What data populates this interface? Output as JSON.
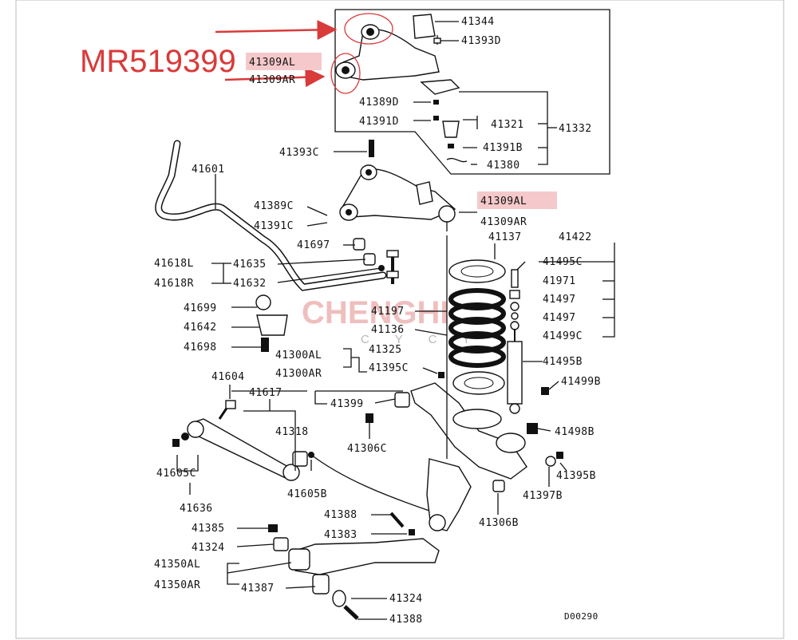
{
  "highlight_code": "MR519399",
  "highlight_color": "#d93a3a",
  "watermark": {
    "main": "CHENGHI",
    "sub": "C Y C Y"
  },
  "diagram_code": "D00290",
  "labels": {
    "l41344": "41344",
    "l41393D": "41393D",
    "l41309AL_top": "41309AL",
    "l41309AR_top": "41309AR",
    "l41389D": "41389D",
    "l41391D": "41391D",
    "l41321": "41321",
    "l41332": "41332",
    "l41391B": "41391B",
    "l41380": "41380",
    "l41393C": "41393C",
    "l41601": "41601",
    "l41389C": "41389C",
    "l41391C": "41391C",
    "l41309AL": "41309AL",
    "l41309AR": "41309AR",
    "l41697": "41697",
    "l41137": "41137",
    "l41422": "41422",
    "l41618L": "41618L",
    "l41618R": "41618R",
    "l41635": "41635",
    "l41632": "41632",
    "l41495C": "41495C",
    "l41971": "41971",
    "l41699": "41699",
    "l41197": "41197",
    "l41497a": "41497",
    "l41497b": "41497",
    "l41642": "41642",
    "l41136": "41136",
    "l41499C": "41499C",
    "l41698": "41698",
    "l41300AL": "41300AL",
    "l41325": "41325",
    "l41300AR": "41300AR",
    "l41395C": "41395C",
    "l41495B": "41495B",
    "l41604": "41604",
    "l41617": "41617",
    "l41499B": "41499B",
    "l41399": "41399",
    "l41318": "41318",
    "l41306C": "41306C",
    "l41498B": "41498B",
    "l41605C": "41605C",
    "l41605B": "41605B",
    "l41395B": "41395B",
    "l41397B": "41397B",
    "l41636": "41636",
    "l41388a": "41388",
    "l41306B": "41306B",
    "l41385": "41385",
    "l41383": "41383",
    "l41324a": "41324",
    "l41350AL": "41350AL",
    "l41350AR": "41350AR",
    "l41387": "41387",
    "l41324b": "41324",
    "l41388b": "41388"
  }
}
